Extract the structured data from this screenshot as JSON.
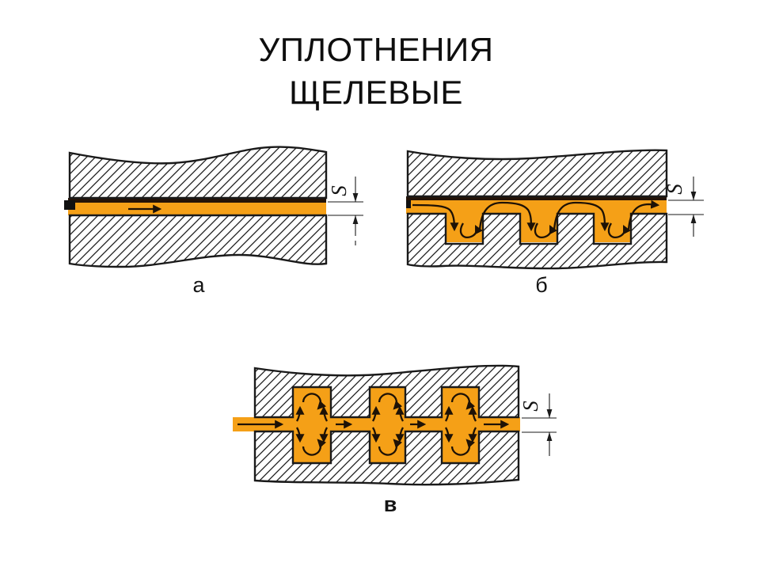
{
  "title": {
    "line1": "УПЛОТНЕНИЯ",
    "line2": "ЩЕЛЕВЫЕ"
  },
  "figures": {
    "a": {
      "label": "а",
      "dim_label": "S"
    },
    "b": {
      "label": "б",
      "dim_label": "S"
    },
    "v": {
      "label": "в",
      "dim_label": "S"
    }
  },
  "colors": {
    "fluid": "#f5a017",
    "channel_shadow": "#241307",
    "line": "#1a1a1a",
    "background": "#ffffff"
  }
}
